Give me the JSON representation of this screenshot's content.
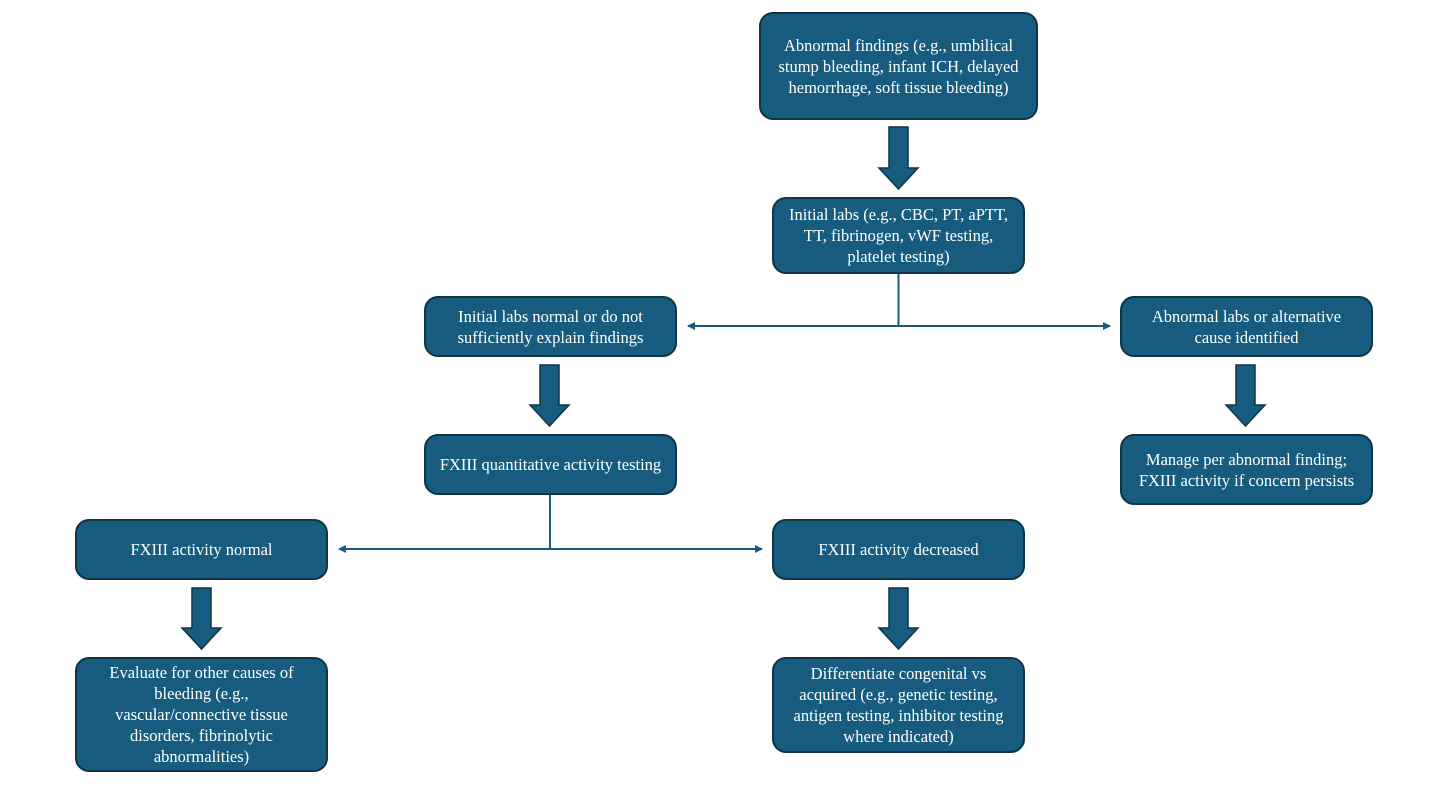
{
  "colors": {
    "box_fill": "#175c7e",
    "box_border": "#0f3447",
    "box_text": "#ffffff",
    "connector": "#175c7e",
    "block_arrow_fill": "#175c7e",
    "block_arrow_border": "#0f3447",
    "background": "#ffffff"
  },
  "nodes": {
    "abnormal_findings": "Abnormal findings (e.g., umbilical stump bleeding, infant ICH, delayed hemorrhage, soft tissue bleeding)",
    "initial_labs": "Initial labs (e.g., CBC, PT, aPTT, TT, fibrinogen, vWF testing, platelet testing)",
    "labs_normal": "Initial labs normal or do not sufficiently explain findings",
    "labs_abnormal": "Abnormal labs or alternative cause identified",
    "fxiii_testing": "FXIII quantitative activity testing",
    "manage_abnormal": "Manage per abnormal finding; FXIII activity if concern persists",
    "fxiii_normal": "FXIII activity normal",
    "fxiii_decreased": "FXIII activity decreased",
    "evaluate_other": "Evaluate for other causes of bleeding (e.g., vascular/connective tissue disorders, fibrinolytic abnormalities)",
    "differentiate": "Differentiate congenital vs acquired (e.g., genetic testing, antigen testing, inhibitor testing where indicated)"
  },
  "edges": [
    {
      "from": "abnormal_findings",
      "to": "initial_labs",
      "style": "block-arrow"
    },
    {
      "from": "initial_labs",
      "to": "labs_normal",
      "style": "line-arrow"
    },
    {
      "from": "initial_labs",
      "to": "labs_abnormal",
      "style": "line-arrow"
    },
    {
      "from": "labs_normal",
      "to": "fxiii_testing",
      "style": "block-arrow"
    },
    {
      "from": "labs_abnormal",
      "to": "manage_abnormal",
      "style": "block-arrow"
    },
    {
      "from": "fxiii_testing",
      "to": "fxiii_normal",
      "style": "line-arrow"
    },
    {
      "from": "fxiii_testing",
      "to": "fxiii_decreased",
      "style": "line-arrow"
    },
    {
      "from": "fxiii_normal",
      "to": "evaluate_other",
      "style": "block-arrow"
    },
    {
      "from": "fxiii_decreased",
      "to": "differentiate",
      "style": "block-arrow"
    }
  ]
}
